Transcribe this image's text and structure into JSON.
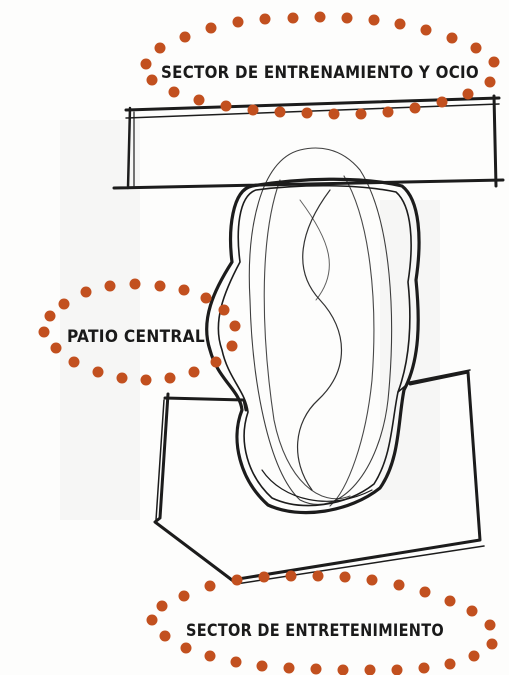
{
  "colors": {
    "dot_accent": "#c2501f",
    "ink": "#1c1c1c",
    "paper": "#fdfdfc"
  },
  "labels": {
    "top_sector": "SECTOR DE ENTRENAMIENTO Y OCIO",
    "center_patio": "PATIO CENTRAL",
    "bottom_sector": "SECTOR DE ENTRETENIMIENTO"
  }
}
